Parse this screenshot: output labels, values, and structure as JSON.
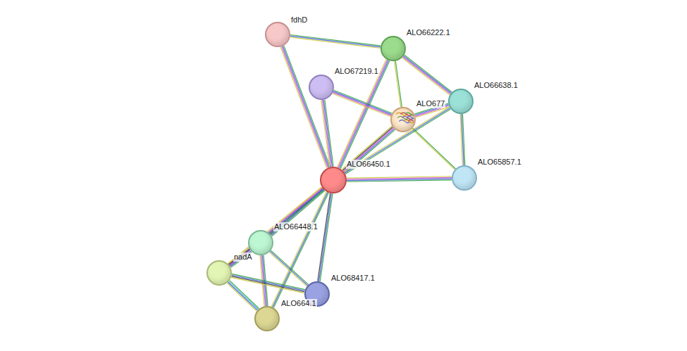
{
  "diagram": {
    "nodes": [
      {
        "text": [
          "fdhD"
        ]
      },
      {
        "text": [
          "ALO66222.1"
        ]
      },
      {
        "text": [
          "ALO67219.1"
        ]
      },
      {
        "text": [
          "ALO677"
        ]
      },
      {
        "text": [
          "ALO66638.1"
        ]
      },
      {
        "text": [
          "ALO65857.1"
        ]
      },
      {
        "text": [
          "ALO66450.1"
        ]
      },
      {
        "text": [
          "ALO66448.1"
        ]
      },
      {
        "text": [
          "nadA"
        ]
      },
      {
        "text": [
          "ALO68417.1"
        ]
      },
      {
        "text": [
          "ALO664.1"
        ]
      }
    ],
    "edges": [
      {
        "from": 0,
        "to": 1,
        "arrow": "none"
      },
      {
        "from": 0,
        "to": 6,
        "arrow": "none"
      },
      {
        "from": 1,
        "to": 6,
        "arrow": "none"
      },
      {
        "from": 1,
        "to": 3,
        "arrow": "none"
      },
      {
        "from": 1,
        "to": 4,
        "arrow": "none"
      },
      {
        "from": 2,
        "to": 3,
        "arrow": "none"
      },
      {
        "from": 2,
        "to": 6,
        "arrow": "none"
      },
      {
        "from": 3,
        "to": 4,
        "arrow": "none"
      },
      {
        "from": 3,
        "to": 5,
        "arrow": "none"
      },
      {
        "from": 3,
        "to": 6,
        "arrow": "none"
      },
      {
        "from": 4,
        "to": 5,
        "arrow": "none"
      },
      {
        "from": 4,
        "to": 6,
        "arrow": "none"
      },
      {
        "from": 5,
        "to": 6,
        "arrow": "none"
      },
      {
        "from": 6,
        "to": 7,
        "arrow": "none"
      },
      {
        "from": 6,
        "to": 8,
        "arrow": "none"
      },
      {
        "from": 6,
        "to": 9,
        "arrow": "none"
      },
      {
        "from": 6,
        "to": 10,
        "arrow": "none"
      },
      {
        "from": 7,
        "to": 8,
        "arrow": "none"
      },
      {
        "from": 7,
        "to": 9,
        "arrow": "none"
      },
      {
        "from": 7,
        "to": 10,
        "arrow": "none"
      },
      {
        "from": 8,
        "to": 9,
        "arrow": "none"
      },
      {
        "from": 8,
        "to": 10,
        "arrow": "none"
      }
    ]
  }
}
